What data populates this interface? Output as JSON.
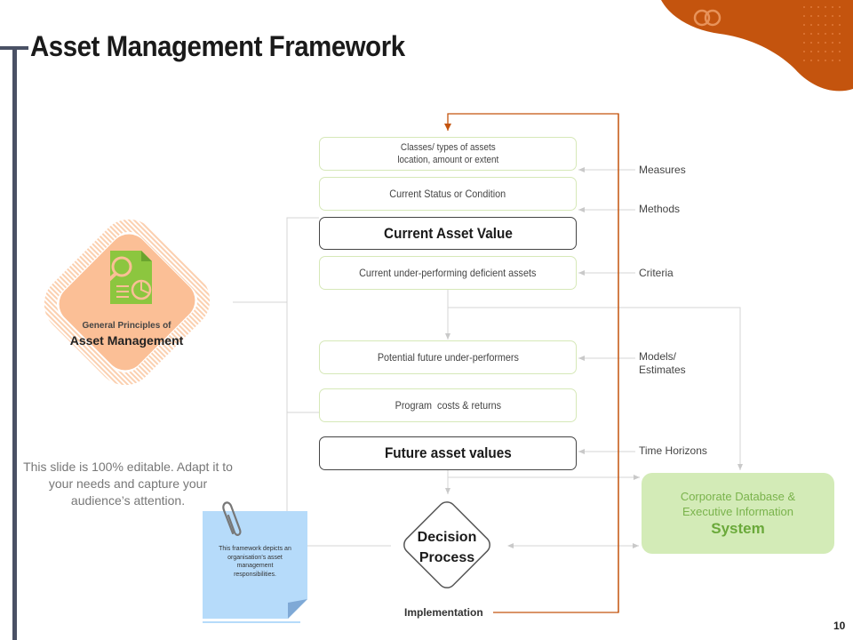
{
  "slide": {
    "title": "Asset Management Framework",
    "page_number": "10"
  },
  "colors": {
    "accent_orange": "#c4540e",
    "diamond_fill": "#fbbf96",
    "box_border": "#d6e8b8",
    "corp_fill": "#d3ebb7",
    "note_fill": "#b6dbfa",
    "icon_green": "#8cc63f"
  },
  "principles": {
    "small": "General Principles of",
    "big": "Asset Management",
    "icon": "document-analysis-icon"
  },
  "flow_boxes": [
    {
      "lines": [
        "Classes/ types of assets",
        "location, amount or extent"
      ],
      "emphasis": false
    },
    {
      "lines": [
        "Current Status or Condition"
      ],
      "emphasis": false
    },
    {
      "lines": [
        "Current Asset Value"
      ],
      "emphasis": true
    },
    {
      "lines": [
        "Current under-performing deficient assets"
      ],
      "emphasis": false
    },
    {
      "lines": [
        "Potential future under-performers"
      ],
      "emphasis": false
    },
    {
      "lines": [
        "Program  costs & returns"
      ],
      "emphasis": false
    },
    {
      "lines": [
        "Future asset values"
      ],
      "emphasis": true
    }
  ],
  "side_labels": {
    "measures": "Measures",
    "methods": "Methods",
    "criteria": "Criteria",
    "models_l1": "Models/",
    "models_l2": "Estimates",
    "time_horizons": "Time Horizons"
  },
  "decision": {
    "line1": "Decision",
    "line2": "Process"
  },
  "implementation": "Implementation",
  "corporate": {
    "line1": "Corporate Database &",
    "line2": "Executive Information",
    "line3": "System"
  },
  "editable_note": {
    "line1": "This slide is 100% editable. Adapt it to",
    "line2": "your needs and capture your",
    "line3": "audience’s attention."
  },
  "sticky_note": {
    "line1": "This framework depicts an",
    "line2": "organisation’s asset",
    "line3": "management",
    "line4": "responsibilities.",
    "icon": "paperclip-icon"
  }
}
